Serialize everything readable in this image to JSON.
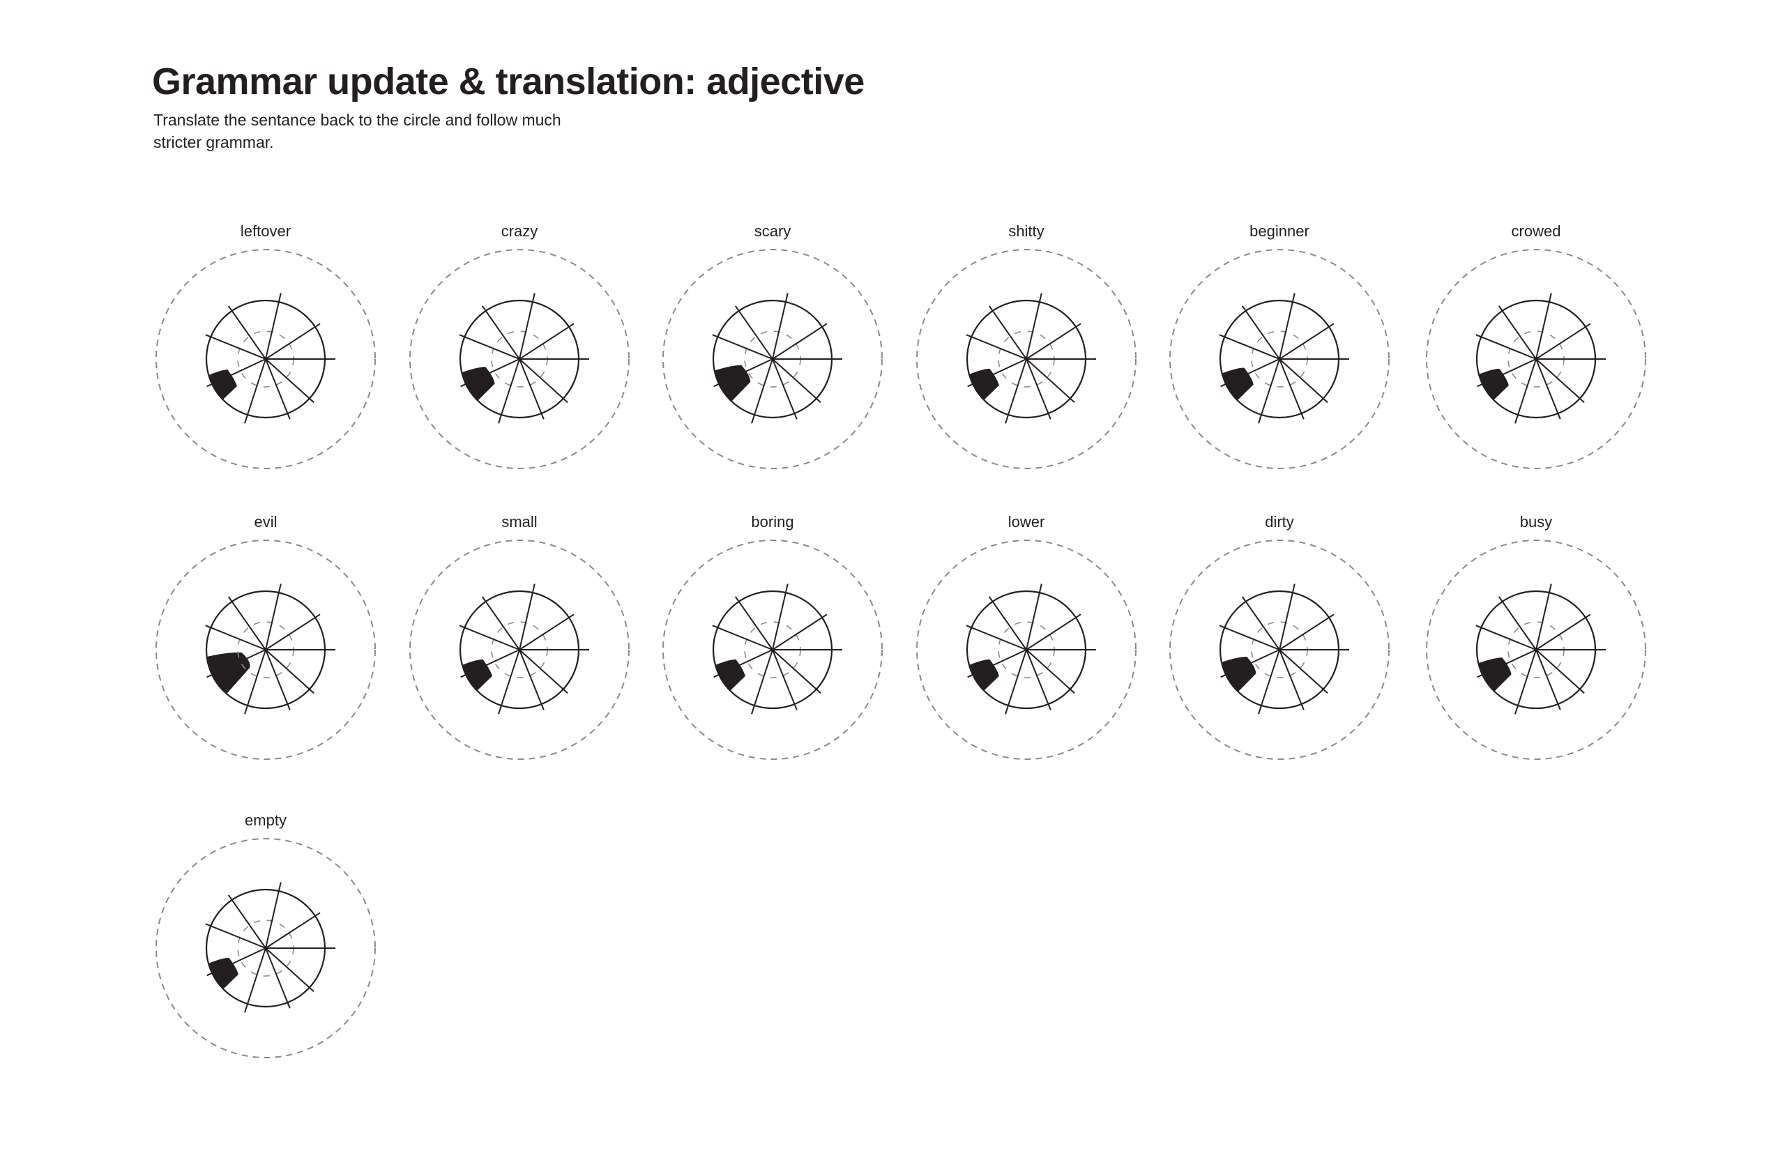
{
  "header": {
    "title": "Grammar update & translation: adjective",
    "subtitle": "Translate the sentance back to the circle and follow much stricter grammar."
  },
  "colors": {
    "ink": "#231f20",
    "dash": "#8a8a8a",
    "fill": "#231f20"
  },
  "diagrams": [
    {
      "word": "leftover",
      "mark_size": 0.35
    },
    {
      "word": "crazy",
      "mark_size": 0.5
    },
    {
      "word": "scary",
      "mark_size": 0.6
    },
    {
      "word": "shitty",
      "mark_size": 0.4
    },
    {
      "word": "beginner",
      "mark_size": 0.45
    },
    {
      "word": "crowed",
      "mark_size": 0.4
    },
    {
      "word": "evil",
      "mark_size": 0.85
    },
    {
      "word": "small",
      "mark_size": 0.4
    },
    {
      "word": "boring",
      "mark_size": 0.4
    },
    {
      "word": "lower",
      "mark_size": 0.4
    },
    {
      "word": "dirty",
      "mark_size": 0.55
    },
    {
      "word": "busy",
      "mark_size": 0.5
    },
    {
      "word": "empty",
      "mark_size": 0.4
    }
  ]
}
